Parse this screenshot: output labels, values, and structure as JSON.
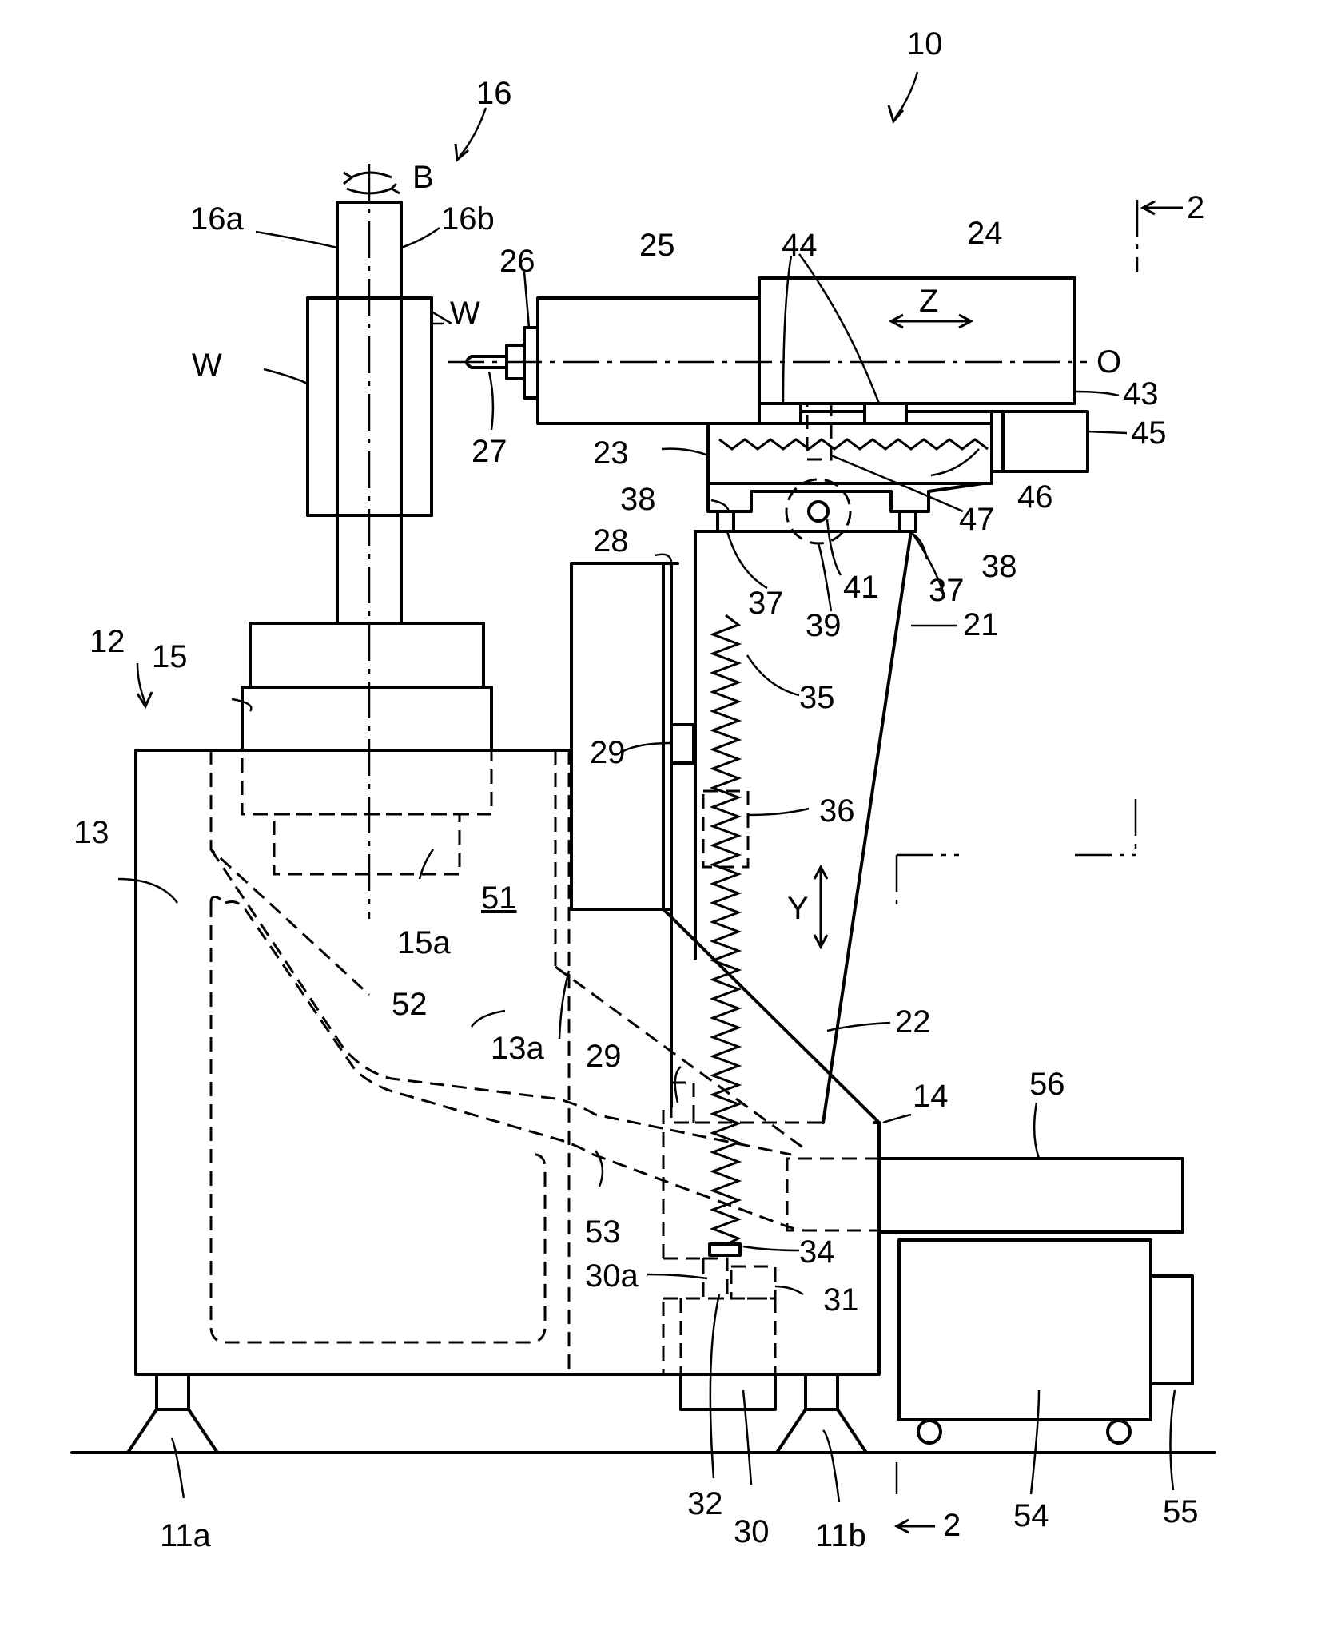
{
  "labels": {
    "l10": "10",
    "l16": "16",
    "lB": "B",
    "l2t": "2",
    "l16a": "16a",
    "l16b": "16b",
    "l26": "26",
    "l25": "25",
    "l44": "44",
    "l24": "24",
    "lZ": "Z",
    "lW1": "W",
    "lW2": "W",
    "lO": "O",
    "l43": "43",
    "l45": "45",
    "l27": "27",
    "l23": "23",
    "l46": "46",
    "l47": "47",
    "l38a": "38",
    "l38b": "38",
    "l28": "28",
    "l41": "41",
    "l37a": "37",
    "l37b": "37",
    "l39": "39",
    "l21": "21",
    "l12": "12",
    "l15": "15",
    "l35": "35",
    "l29a": "29",
    "l36": "36",
    "l13": "13",
    "l51": "51",
    "l15a": "15a",
    "lY": "Y",
    "l52": "52",
    "l13a": "13a",
    "l22": "22",
    "l29b": "29",
    "l14": "14",
    "l56": "56",
    "l53": "53",
    "l34": "34",
    "l30a": "30a",
    "l31": "31",
    "l32": "32",
    "l30": "30",
    "l11b": "11b",
    "l2b": "2",
    "l54": "54",
    "l55": "55",
    "l11a": "11a"
  }
}
